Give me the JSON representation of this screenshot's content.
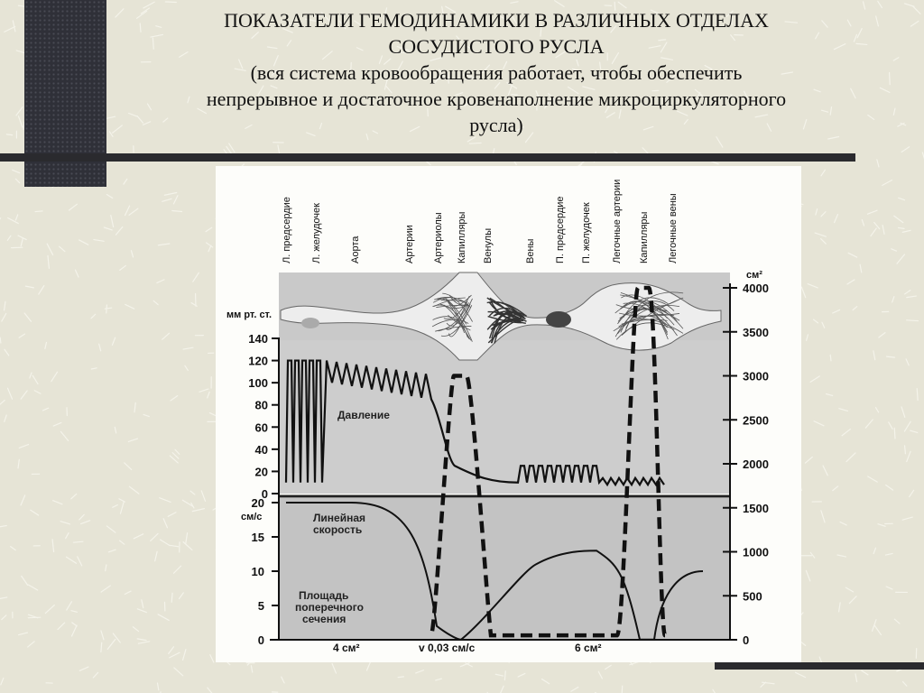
{
  "slide": {
    "title_line1": "ПОКАЗАТЕЛИ ГЕМОДИНАМИКИ В РАЗЛИЧНЫХ ОТДЕЛАХ",
    "title_line2": "СОСУДИСТОГО РУСЛА",
    "subtitle_line1": "(вся система кровообращения работает, чтобы обеспечить",
    "subtitle_line2": "непрерывное и достаточное кровенаполнение микроциркуляторного",
    "subtitle_line3": "русла)"
  },
  "chart_data": {
    "type": "line",
    "sections": [
      "Л. предсердие",
      "Л. желудочек",
      "Аорта",
      "Артерии",
      "Артериолы",
      "Капилляры",
      "Венулы",
      "Вены",
      "П. предсердие",
      "П. желудочек",
      "Легочные артерии",
      "Капилляры",
      "Легочные вены"
    ],
    "left_axis_top": {
      "unit": "мм рт. ст.",
      "ticks": [
        0,
        20,
        40,
        60,
        80,
        100,
        120,
        140
      ],
      "range": [
        0,
        140
      ]
    },
    "left_axis_bottom": {
      "unit": "см/с",
      "ticks": [
        0,
        5,
        10,
        15,
        20
      ],
      "range": [
        0,
        20
      ]
    },
    "right_axis": {
      "unit": "см²",
      "ticks": [
        0,
        500,
        1000,
        1500,
        2000,
        2500,
        3000,
        3500,
        4000
      ],
      "range": [
        0,
        4000
      ]
    },
    "series": [
      {
        "name": "Давление",
        "section_values": [
          10,
          120,
          120,
          100,
          60,
          25,
          15,
          10,
          5,
          25,
          22,
          12,
          8
        ]
      },
      {
        "name": "Линейная скорость",
        "section_values": [
          20,
          20,
          20,
          15,
          2,
          0.03,
          3,
          10,
          13,
          13,
          10,
          0.03,
          10
        ]
      },
      {
        "name": "Площадь поперечного сечения",
        "section_values": [
          0,
          0,
          4,
          100,
          400,
          3000,
          500,
          50,
          6,
          6,
          100,
          4000,
          800
        ]
      }
    ],
    "annotations": [
      "4 см²",
      "v 0,03 см/с",
      "6 см²"
    ]
  }
}
